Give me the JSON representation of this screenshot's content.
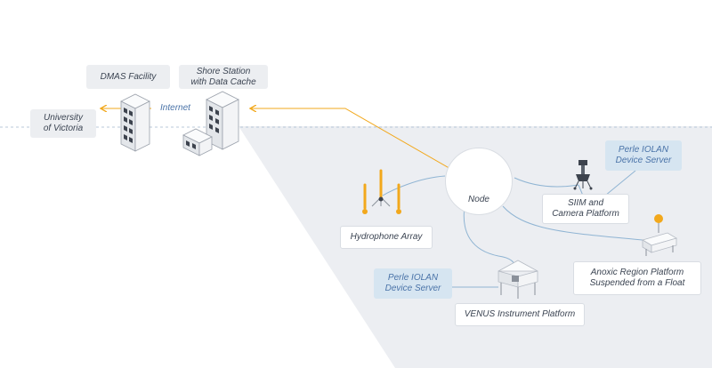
{
  "labels": {
    "dmas": "DMAS Facility",
    "shore_line1": "Shore Station",
    "shore_line2": "with Data Cache",
    "uvic_line1": "University",
    "uvic_line2": "of Victoria",
    "internet": "Internet",
    "node": "Node",
    "hydrophone": "Hydrophone Array",
    "perle_top_line1": "Perle IOLAN",
    "perle_top_line2": "Device Server",
    "siim_line1": "SIIM and",
    "siim_line2": "Camera Platform",
    "anoxic_line1": "Anoxic Region Platform",
    "anoxic_line2": "Suspended from a Float",
    "perle_bottom_line1": "Perle IOLAN",
    "perle_bottom_line2": "Device Server",
    "venus": "VENUS Instrument Platform"
  },
  "colors": {
    "accent_orange": "#f2a81c",
    "link_blue": "#4a73a8",
    "cable_blue": "#8fb4d3",
    "sea": "#eceef2",
    "building": "#f3f4f6",
    "window": "#3d434e"
  }
}
